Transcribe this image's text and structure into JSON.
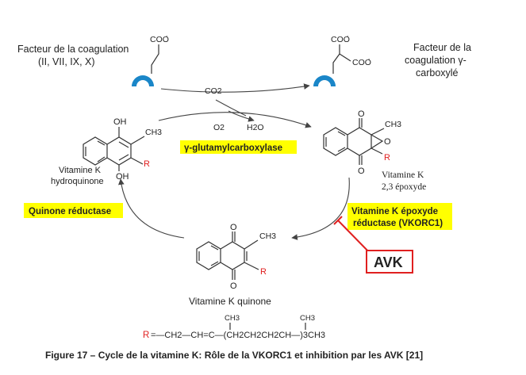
{
  "left_factor": {
    "line1": "Facteur de la coagulation",
    "line2": "(II, VII, IX, X)",
    "coo": "COO"
  },
  "right_factor": {
    "line1": "Facteur de la",
    "line2": "coagulation γ-",
    "line3": "carboxylé",
    "coo1": "COO",
    "coo2": "COO"
  },
  "reaction": {
    "co2": "CO2",
    "o2": "O2",
    "h2o": "H2O"
  },
  "enzymes": {
    "carboxylase": "γ-glutamylcarboxylase",
    "quinone_reductase": "Quinone réductase",
    "vkorc1_line1": "Vitamine K époxyde",
    "vkorc1_line2": "réductase (VKORC1)"
  },
  "hydroquinone": {
    "oh_top": "OH",
    "oh_bottom": "OH",
    "ch3": "CH3",
    "r": "R",
    "label1": "Vitamine K",
    "label2": "hydroquinone"
  },
  "epoxide": {
    "o_top": "O",
    "o_bottom": "O",
    "o_ring": "O",
    "ch3": "CH3",
    "r": "R",
    "label1": "Vitamine K",
    "label2": "2,3 époxyde"
  },
  "quinone": {
    "o_top": "O",
    "o_bottom": "O",
    "ch3": "CH3",
    "r": "R",
    "label": "Vitamine K quinone"
  },
  "inhibitor": {
    "label": "AVK"
  },
  "side_chain": {
    "r": "R",
    "ch3a": "CH3",
    "ch3b": "CH3",
    "formula": "=—CH2—CH=C—(CH2CH2CH2CH—)3CH3"
  },
  "caption": "Figure 17 – Cycle de la vitamine K: Rôle de la VKORC1 et inhibition par les AVK [21]",
  "colors": {
    "highlight": "#ffff00",
    "red": "#e02020",
    "blue": "#1a86c8"
  }
}
